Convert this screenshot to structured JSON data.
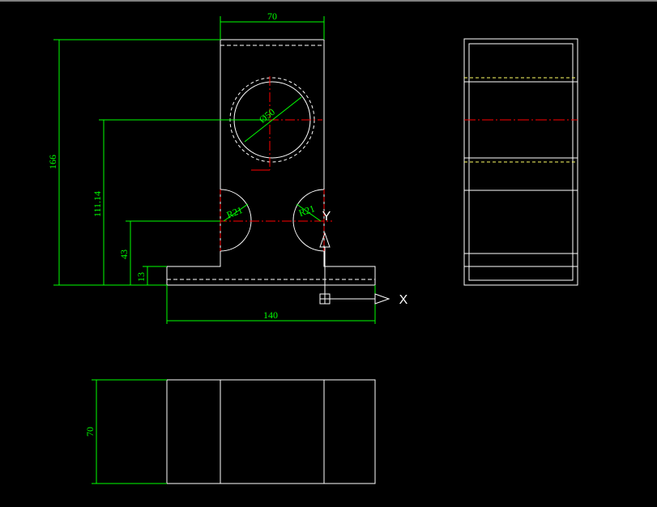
{
  "colors": {
    "background": "#000000",
    "outline": "#ffffff",
    "dimension": "#00ff00",
    "centerline": "#ff0000",
    "hidden": "#ffff66"
  },
  "front_view": {
    "dimensions": {
      "top_width": "70",
      "total_height": "166",
      "hole_center_height": "111.14",
      "arc_center_height": "43",
      "base_height": "13",
      "base_width": "140",
      "hole_diameter": "Ø50",
      "left_arc_radius": "R21",
      "right_arc_radius": "R21"
    }
  },
  "ucs": {
    "x_label": "X",
    "y_label": "Y"
  },
  "top_view": {
    "dimensions": {
      "depth": "70"
    }
  }
}
